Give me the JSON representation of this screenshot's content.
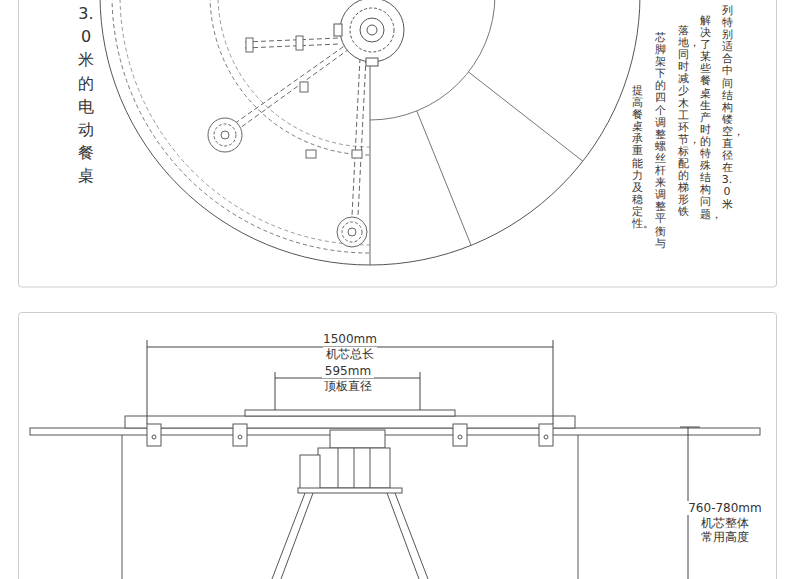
{
  "diagram": {
    "labels": [
      "3.0米的电动餐桌",
      "列特别适合中间结构镂空，直径在3.0米",
      "解决了某些餐桌生产时的特殊结构问题，",
      "落地，同时减少木工环节，标配的梯形铁",
      "芯脚架下的四个调整螺丝杆来调整平衡与",
      "提高餐桌承重能力及稳定性。",
      "1500mm",
      "机芯总长",
      "595mm",
      "顶板直径",
      "760-780mm",
      "机芯整体",
      "常用高度"
    ]
  }
}
